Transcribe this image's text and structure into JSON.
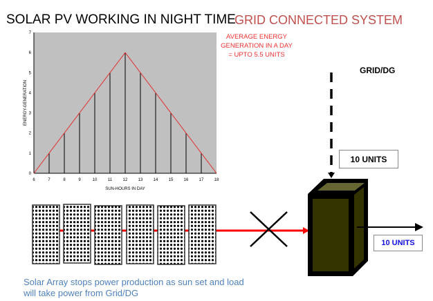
{
  "title_left": "SOLAR PV WORKING IN NIGHT TIME",
  "title_right": "GRID CONNECTED SYSTEM",
  "average_note": "AVERAGE ENERGY GENERATION IN A DAY = UPTO 5.5 UNITS",
  "grid_label": "GRID/DG",
  "grid_input_units": "10 UNITS",
  "output_units": "10 UNITS",
  "caption": "Solar Array stops power production as sun set and load will take power from Grid/DG",
  "colors": {
    "title_right": "#c0504d",
    "note": "#f03030",
    "curve": "#e03030",
    "flow_line": "#ff0000",
    "box": "#333300",
    "caption": "#4f81bd",
    "output_text": "#1010e0"
  },
  "solar_panel_count": 6,
  "chart_data": {
    "type": "line",
    "title": "",
    "xlabel": "SUN-HOURS IN DAY",
    "ylabel": "ENERGY-GENERATION",
    "x": [
      6,
      7,
      8,
      9,
      10,
      11,
      12,
      13,
      14,
      15,
      16,
      17,
      18
    ],
    "y": [
      0,
      1,
      2,
      3,
      4,
      5,
      6,
      5,
      4,
      3,
      2,
      1,
      0
    ],
    "xlim": [
      6,
      18
    ],
    "ylim": [
      0,
      7
    ],
    "xticks": [
      "6",
      "7",
      "8",
      "9",
      "10",
      "11",
      "12",
      "13",
      "14",
      "15",
      "16",
      "17",
      "18"
    ],
    "yticks": [
      "0",
      "1",
      "2",
      "3",
      "4",
      "5",
      "6",
      "7"
    ],
    "grid": false
  }
}
